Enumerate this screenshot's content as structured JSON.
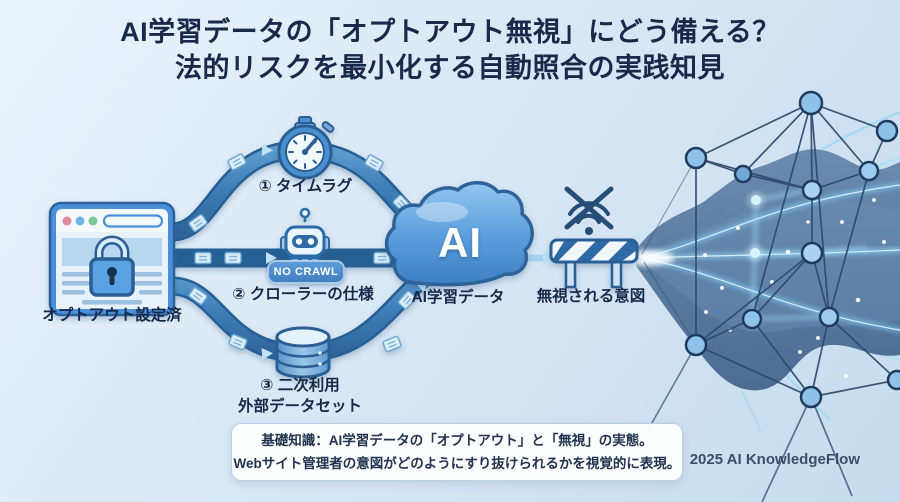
{
  "title": {
    "line1": "AI学習データの「オプトアウト無視」にどう備える？",
    "line2": "法的リスクを最小化する自動照合の実践知見"
  },
  "source": {
    "label": "オプトアウト設定済",
    "icon": "browser-lock-icon"
  },
  "routes": [
    {
      "label": "① タイムラグ",
      "icon": "stopwatch-icon"
    },
    {
      "label": "② クローラーの仕様",
      "icon": "robot-icon",
      "badge": "NO CRAWL"
    },
    {
      "label1": "③ 二次利用",
      "label2": "外部データセット",
      "icon": "database-icon"
    }
  ],
  "ai_cloud": {
    "text": "AI",
    "label": "AI学習データ",
    "icon": "cloud-icon"
  },
  "barrier": {
    "label": "無視される意図",
    "icon": "barricade-icon",
    "signal_icon": "no-signal-icon"
  },
  "note": {
    "line1": "基礎知識：AI学習データの「オプトアウト」と「無視」の実態。",
    "line2": "Webサイト管理者の意図がどのようにすり抜けられるかを視覚的に表現。"
  },
  "credit": "2025 AI KnowledgeFlow",
  "colors": {
    "background": "#d9e7f4",
    "title_text": "#18294a",
    "pipe": "#3c7cb6",
    "cloud": "#4a8fd4",
    "badge": "#4a86c8",
    "network_wave": "#47698f",
    "glow": "#8fd4f6"
  }
}
